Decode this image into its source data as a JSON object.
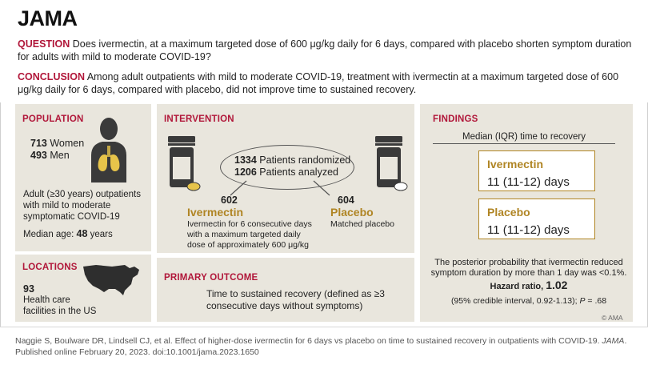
{
  "header": {
    "logo": "JAMA",
    "question_label": "QUESTION",
    "question_text": "Does ivermectin, at a maximum targeted dose of 600 μg/kg daily for 6 days, compared with placebo shorten symptom duration for adults with mild to moderate COVID-19?",
    "conclusion_label": "CONCLUSION",
    "conclusion_text": "Among adult outpatients with mild to moderate COVID-19, treatment with ivermectin at a maximum targeted dose of 600 μg/kg daily for 6 days, compared with placebo, did not improve time to sustained recovery."
  },
  "population": {
    "title": "POPULATION",
    "women_count": "713",
    "women_label": "Women",
    "men_count": "493",
    "men_label": "Men",
    "description": "Adult (≥30 years) outpatients with mild to moderate symptomatic COVID-19",
    "median_age_label": "Median age:",
    "median_age_value": "48",
    "median_age_unit": "years",
    "icon": "person-lungs-icon"
  },
  "locations": {
    "title": "LOCATIONS",
    "count": "93",
    "description": "Health care facilities in the US",
    "icon": "us-map-icon"
  },
  "intervention": {
    "title": "INTERVENTION",
    "randomized_count": "1334",
    "randomized_label": "Patients randomized",
    "analyzed_count": "1206",
    "analyzed_label": "Patients analyzed",
    "arm1_count": "602",
    "arm1_name": "Ivermectin",
    "arm1_desc": "Ivermectin for 6 consecutive days with a maximum targeted daily dose of approximately 600 μg/kg",
    "arm2_count": "604",
    "arm2_name": "Placebo",
    "arm2_desc": "Matched placebo",
    "icon": "pill-bottle-icon"
  },
  "primary_outcome": {
    "title": "PRIMARY OUTCOME",
    "text": "Time to sustained recovery (defined as ≥3 consecutive days without symptoms)"
  },
  "findings": {
    "title": "FINDINGS",
    "subtitle": "Median (IQR) time to recovery",
    "arm1_name": "Ivermectin",
    "arm1_value": "11 (11-12) days",
    "arm2_name": "Placebo",
    "arm2_value": "11 (11-12) days",
    "posterior_text": "The posterior probability that ivermectin reduced symptom duration by more than 1 day was <0.1%.",
    "hr_label": "Hazard ratio,",
    "hr_value": "1.02",
    "ci_text": "(95% credible interval, 0.92-1.13);",
    "p_label": "P",
    "p_value": "= .68",
    "copyright": "© AMA"
  },
  "footer": {
    "citation_part1": "Naggie S, Boulware DR, Lindsell CJ, et al. Effect of higher-dose ivermectin for 6 days vs placebo on time to sustained recovery in outpatients with COVID-19.",
    "journal": "JAMA",
    "citation_part2": ". Published online February 20, 2023. doi:10.1001/jama.2023.1650"
  },
  "colors": {
    "accent_red": "#b1173a",
    "accent_gold": "#b08524",
    "panel_bg": "#e9e6dd"
  }
}
